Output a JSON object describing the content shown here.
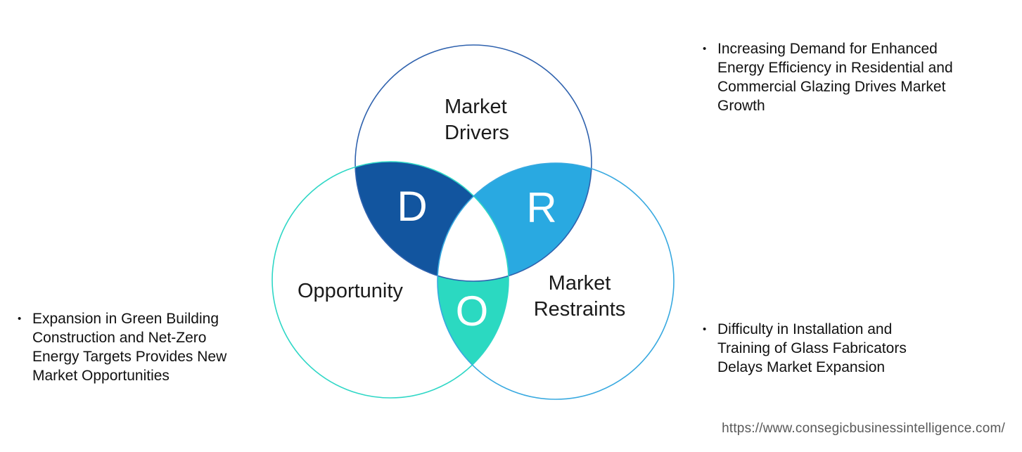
{
  "venn": {
    "letters": {
      "drivers": "D",
      "restraints": "R",
      "opportunity": "O"
    },
    "labels": {
      "drivers": "Market\nDrivers",
      "opportunity": "Opportunity",
      "restraints": "Market\nRestraints"
    },
    "colors": {
      "drivers_fill": "#12559f",
      "restraints_fill": "#29a9e1",
      "opportunity_fill": "#2bd9c1",
      "drivers_stroke": "#2f62ae",
      "opportunity_stroke": "#2fd7c6",
      "restraints_stroke": "#38a9e0",
      "center_fill": "#ffffff"
    }
  },
  "notes": {
    "bullet": "•",
    "driver": "Increasing Demand for Enhanced\nEnergy Efficiency in Residential and\nCommercial Glazing Drives Market\nGrowth",
    "opportunity": "Expansion in Green Building\nConstruction and Net-Zero\nEnergy Targets Provides New\nMarket Opportunities",
    "restraint": "Difficulty in Installation and\nTraining of Glass Fabricators\nDelays Market Expansion"
  },
  "footer": {
    "url": "https://www.consegicbusinessintelligence.com/"
  }
}
